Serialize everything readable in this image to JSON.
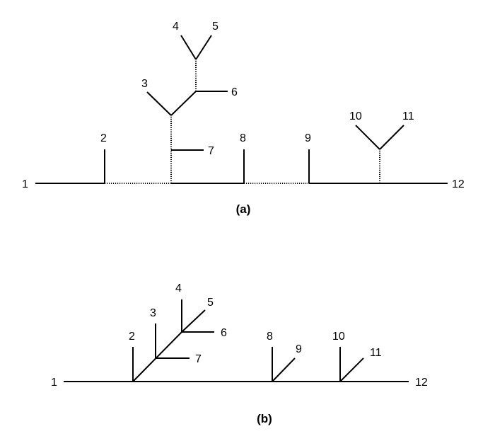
{
  "tree_a": {
    "caption": "(a)",
    "leaves": [
      "1",
      "2",
      "3",
      "4",
      "5",
      "6",
      "7",
      "8",
      "9",
      "10",
      "11",
      "12"
    ]
  },
  "tree_b": {
    "caption": "(b)",
    "leaves": [
      "1",
      "2",
      "3",
      "4",
      "5",
      "6",
      "7",
      "8",
      "9",
      "10",
      "11",
      "12"
    ]
  }
}
